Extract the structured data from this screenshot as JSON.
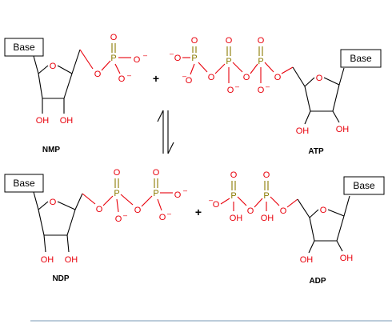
{
  "molecules": {
    "nmp": {
      "base": "Base",
      "name": "NMP",
      "oh1": "OH",
      "oh2": "OH"
    },
    "atp": {
      "base": "Base",
      "name": "ATP",
      "oh1": "OH",
      "oh2": "OH"
    },
    "ndp": {
      "base": "Base",
      "name": "NDP",
      "oh1": "OH",
      "oh2": "OH"
    },
    "adp": {
      "base": "Base",
      "name": "ADP",
      "oh1": "OH",
      "oh2": "OH",
      "poh1": "OH",
      "poh2": "OH"
    }
  },
  "atoms": {
    "oxygen": "O",
    "phosphorus": "P",
    "minus": "–"
  },
  "operators": {
    "plus_top": "+",
    "plus_bottom": "+"
  },
  "colors": {
    "oxygen": "#e8000b",
    "phosphorus": "#8a7a00",
    "bond": "#000000",
    "footer_line": "#7a9ab4"
  }
}
